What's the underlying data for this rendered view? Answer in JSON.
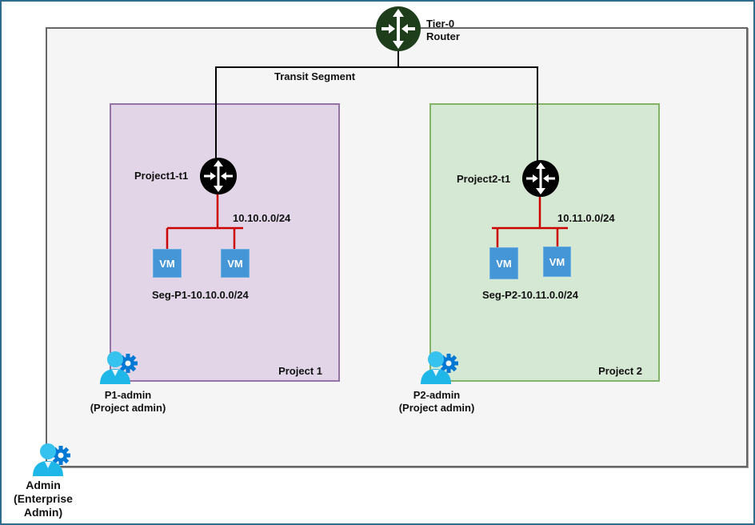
{
  "diagram": {
    "tier0": {
      "label_line1": "Tier-0",
      "label_line2": "Router",
      "icon": "router-icon",
      "color": "#1e3d1a"
    },
    "transit": {
      "label": "Transit Segment",
      "color": "#000000"
    },
    "projects": [
      {
        "name": "Project 1",
        "border": "#9673a6",
        "fill": "#e1d5e7",
        "router_label": "Project1-t1",
        "subnet": "10.10.0.0/24",
        "segment_label": "Seg-P1-10.10.0.0/24",
        "vms": [
          "VM",
          "VM"
        ],
        "admin": {
          "name": "P1-admin",
          "role": "(Project admin)"
        }
      },
      {
        "name": "Project 2",
        "border": "#82b366",
        "fill": "#d5e8d4",
        "router_label": "Project2-t1",
        "subnet": "10.11.0.0/24",
        "segment_label": "Seg-P2-10.11.0.0/24",
        "vms": [
          "VM",
          "VM"
        ],
        "admin": {
          "name": "P2-admin",
          "role": "(Project admin)"
        }
      }
    ],
    "segment_color": "#cc0000",
    "enterprise_admin": {
      "line1": "Admin",
      "line2": "(Enterprise",
      "line3": "Admin)"
    }
  }
}
